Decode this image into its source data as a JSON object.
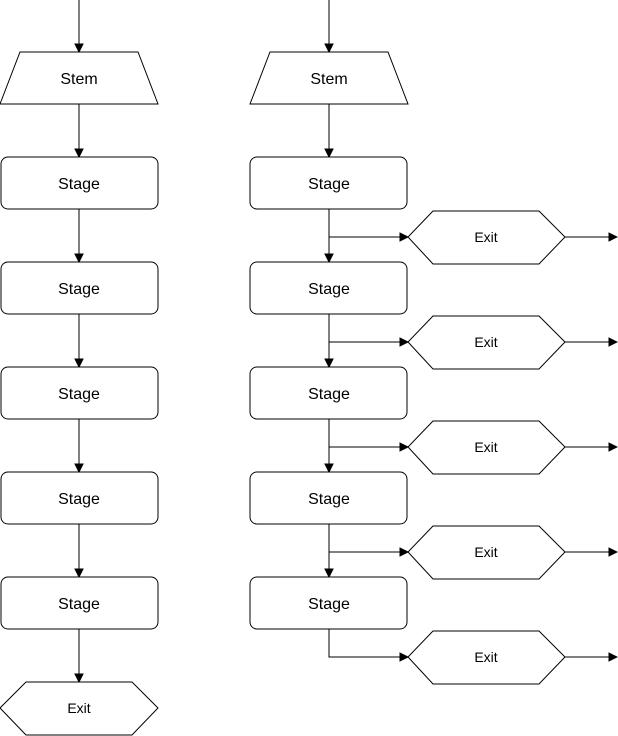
{
  "diagram": {
    "left_column": {
      "stem": "Stem",
      "stages": [
        "Stage",
        "Stage",
        "Stage",
        "Stage",
        "Stage"
      ],
      "exit": "Exit"
    },
    "right_column": {
      "stem": "Stem",
      "stages": [
        "Stage",
        "Stage",
        "Stage",
        "Stage",
        "Stage"
      ],
      "exits": [
        "Exit",
        "Exit",
        "Exit",
        "Exit",
        "Exit"
      ]
    }
  }
}
